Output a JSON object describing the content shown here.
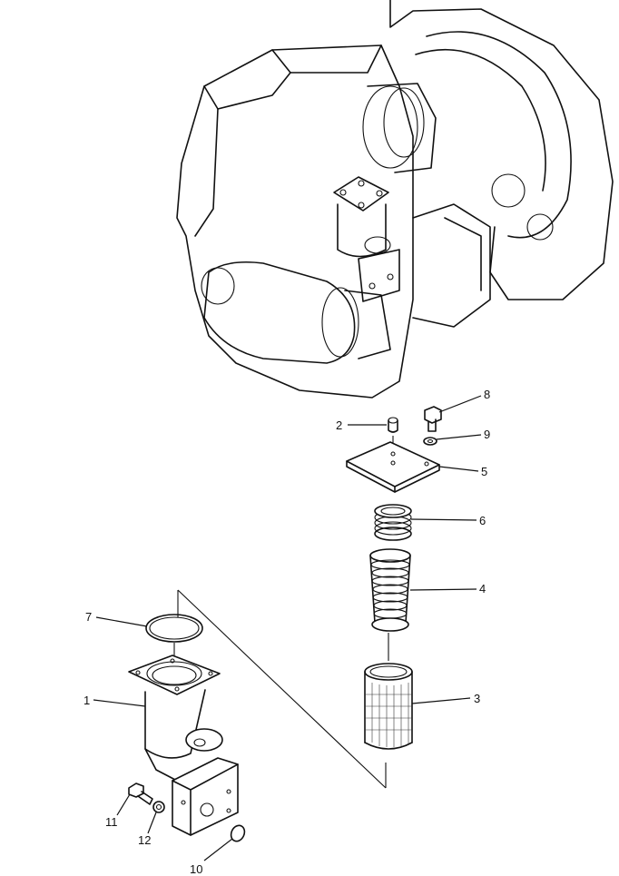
{
  "diagram": {
    "callouts": [
      {
        "id": "c1",
        "text": "1"
      },
      {
        "id": "c2",
        "text": "2"
      },
      {
        "id": "c3",
        "text": "3"
      },
      {
        "id": "c4",
        "text": "4"
      },
      {
        "id": "c5",
        "text": "5"
      },
      {
        "id": "c6",
        "text": "6"
      },
      {
        "id": "c7",
        "text": "7"
      },
      {
        "id": "c8",
        "text": "8"
      },
      {
        "id": "c9",
        "text": "9"
      },
      {
        "id": "c10",
        "text": "10"
      },
      {
        "id": "c11",
        "text": "11"
      },
      {
        "id": "c12",
        "text": "12"
      }
    ]
  }
}
